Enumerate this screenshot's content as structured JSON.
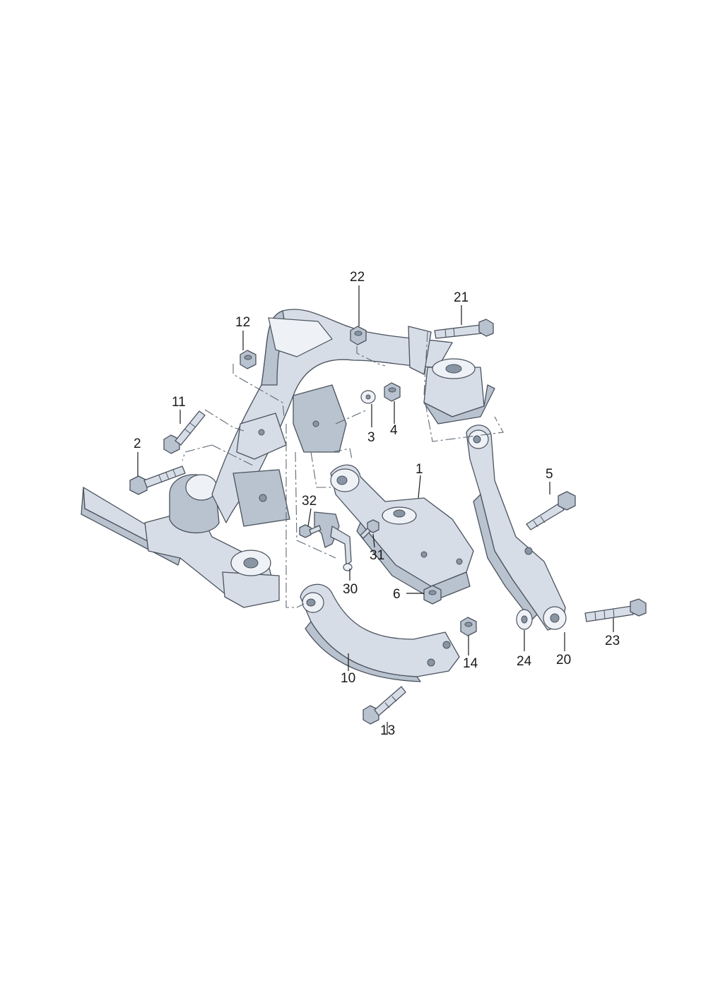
{
  "callouts": {
    "c1": "1",
    "c2": "2",
    "c3": "3",
    "c4": "4",
    "c5": "5",
    "c6": "6",
    "c10": "10",
    "c11": "11",
    "c12": "12",
    "c13": "13",
    "c14": "14",
    "c20": "20",
    "c21": "21",
    "c22": "22",
    "c23": "23",
    "c24": "24",
    "c30": "30",
    "c31": "31",
    "c32": "32"
  },
  "colors": {
    "part_fill": "#d7dde7",
    "part_shade": "#b9c2cf",
    "outline": "#4a535e",
    "background": "#ffffff"
  }
}
